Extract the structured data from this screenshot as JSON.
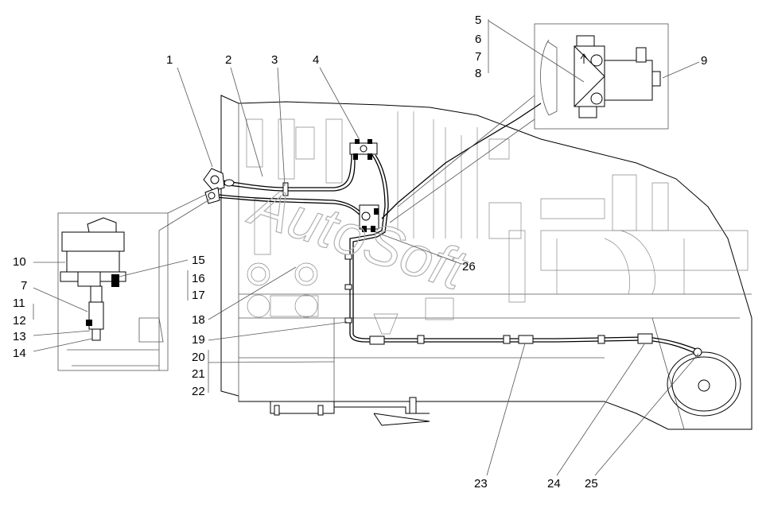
{
  "watermark": "AutoSoft",
  "callouts": {
    "c1": "1",
    "c2": "2",
    "c3": "3",
    "c4": "4",
    "c5": "5",
    "c6": "6",
    "c7": "7",
    "c8": "8",
    "c9": "9",
    "c10": "10",
    "c7b": "7",
    "c11": "11",
    "c12": "12",
    "c13": "13",
    "c14": "14",
    "c15": "15",
    "c16": "16",
    "c17": "17",
    "c18": "18",
    "c19": "19",
    "c20": "20",
    "c21": "21",
    "c22": "22",
    "c23": "23",
    "c24": "24",
    "c25": "25",
    "c26": "26"
  }
}
